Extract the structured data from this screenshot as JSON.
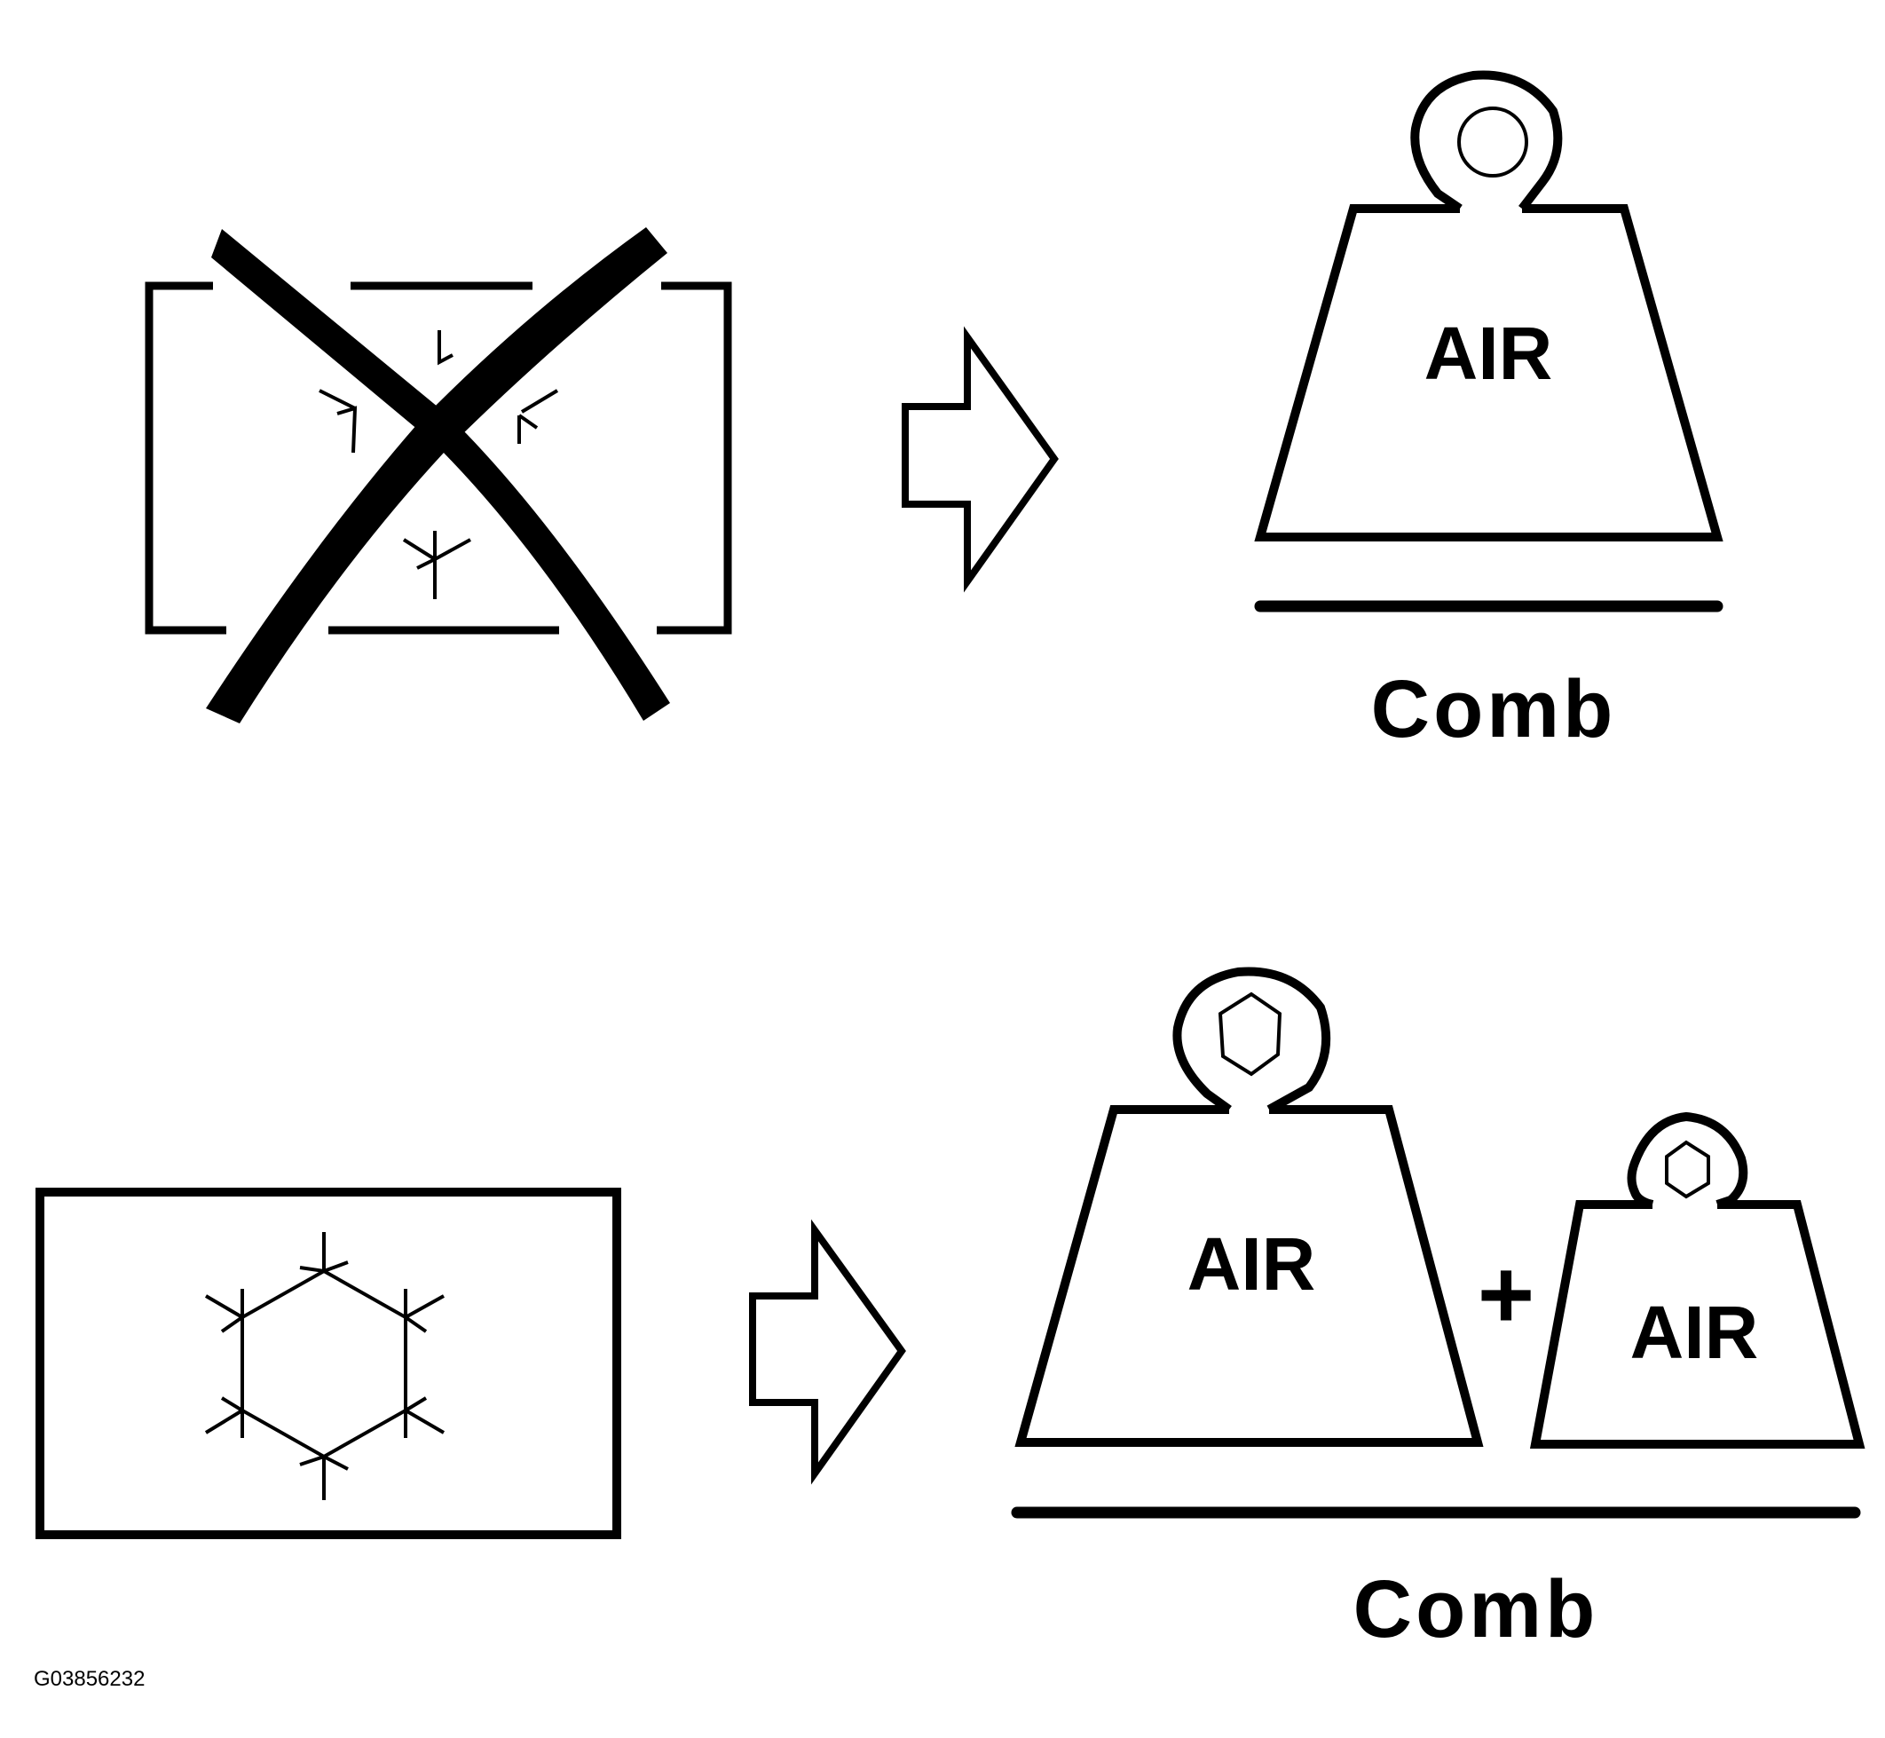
{
  "top_row": {
    "source_symbol": "crossed-out-ice-crystal-box",
    "weight_label": "AIR",
    "base_label": "Comb"
  },
  "bottom_row": {
    "source_symbol": "snowflake-box",
    "weight_large_label": "AIR",
    "plus_sign": "+",
    "weight_small_label": "AIR",
    "base_label": "Comb"
  },
  "figure_code": "G03856232"
}
